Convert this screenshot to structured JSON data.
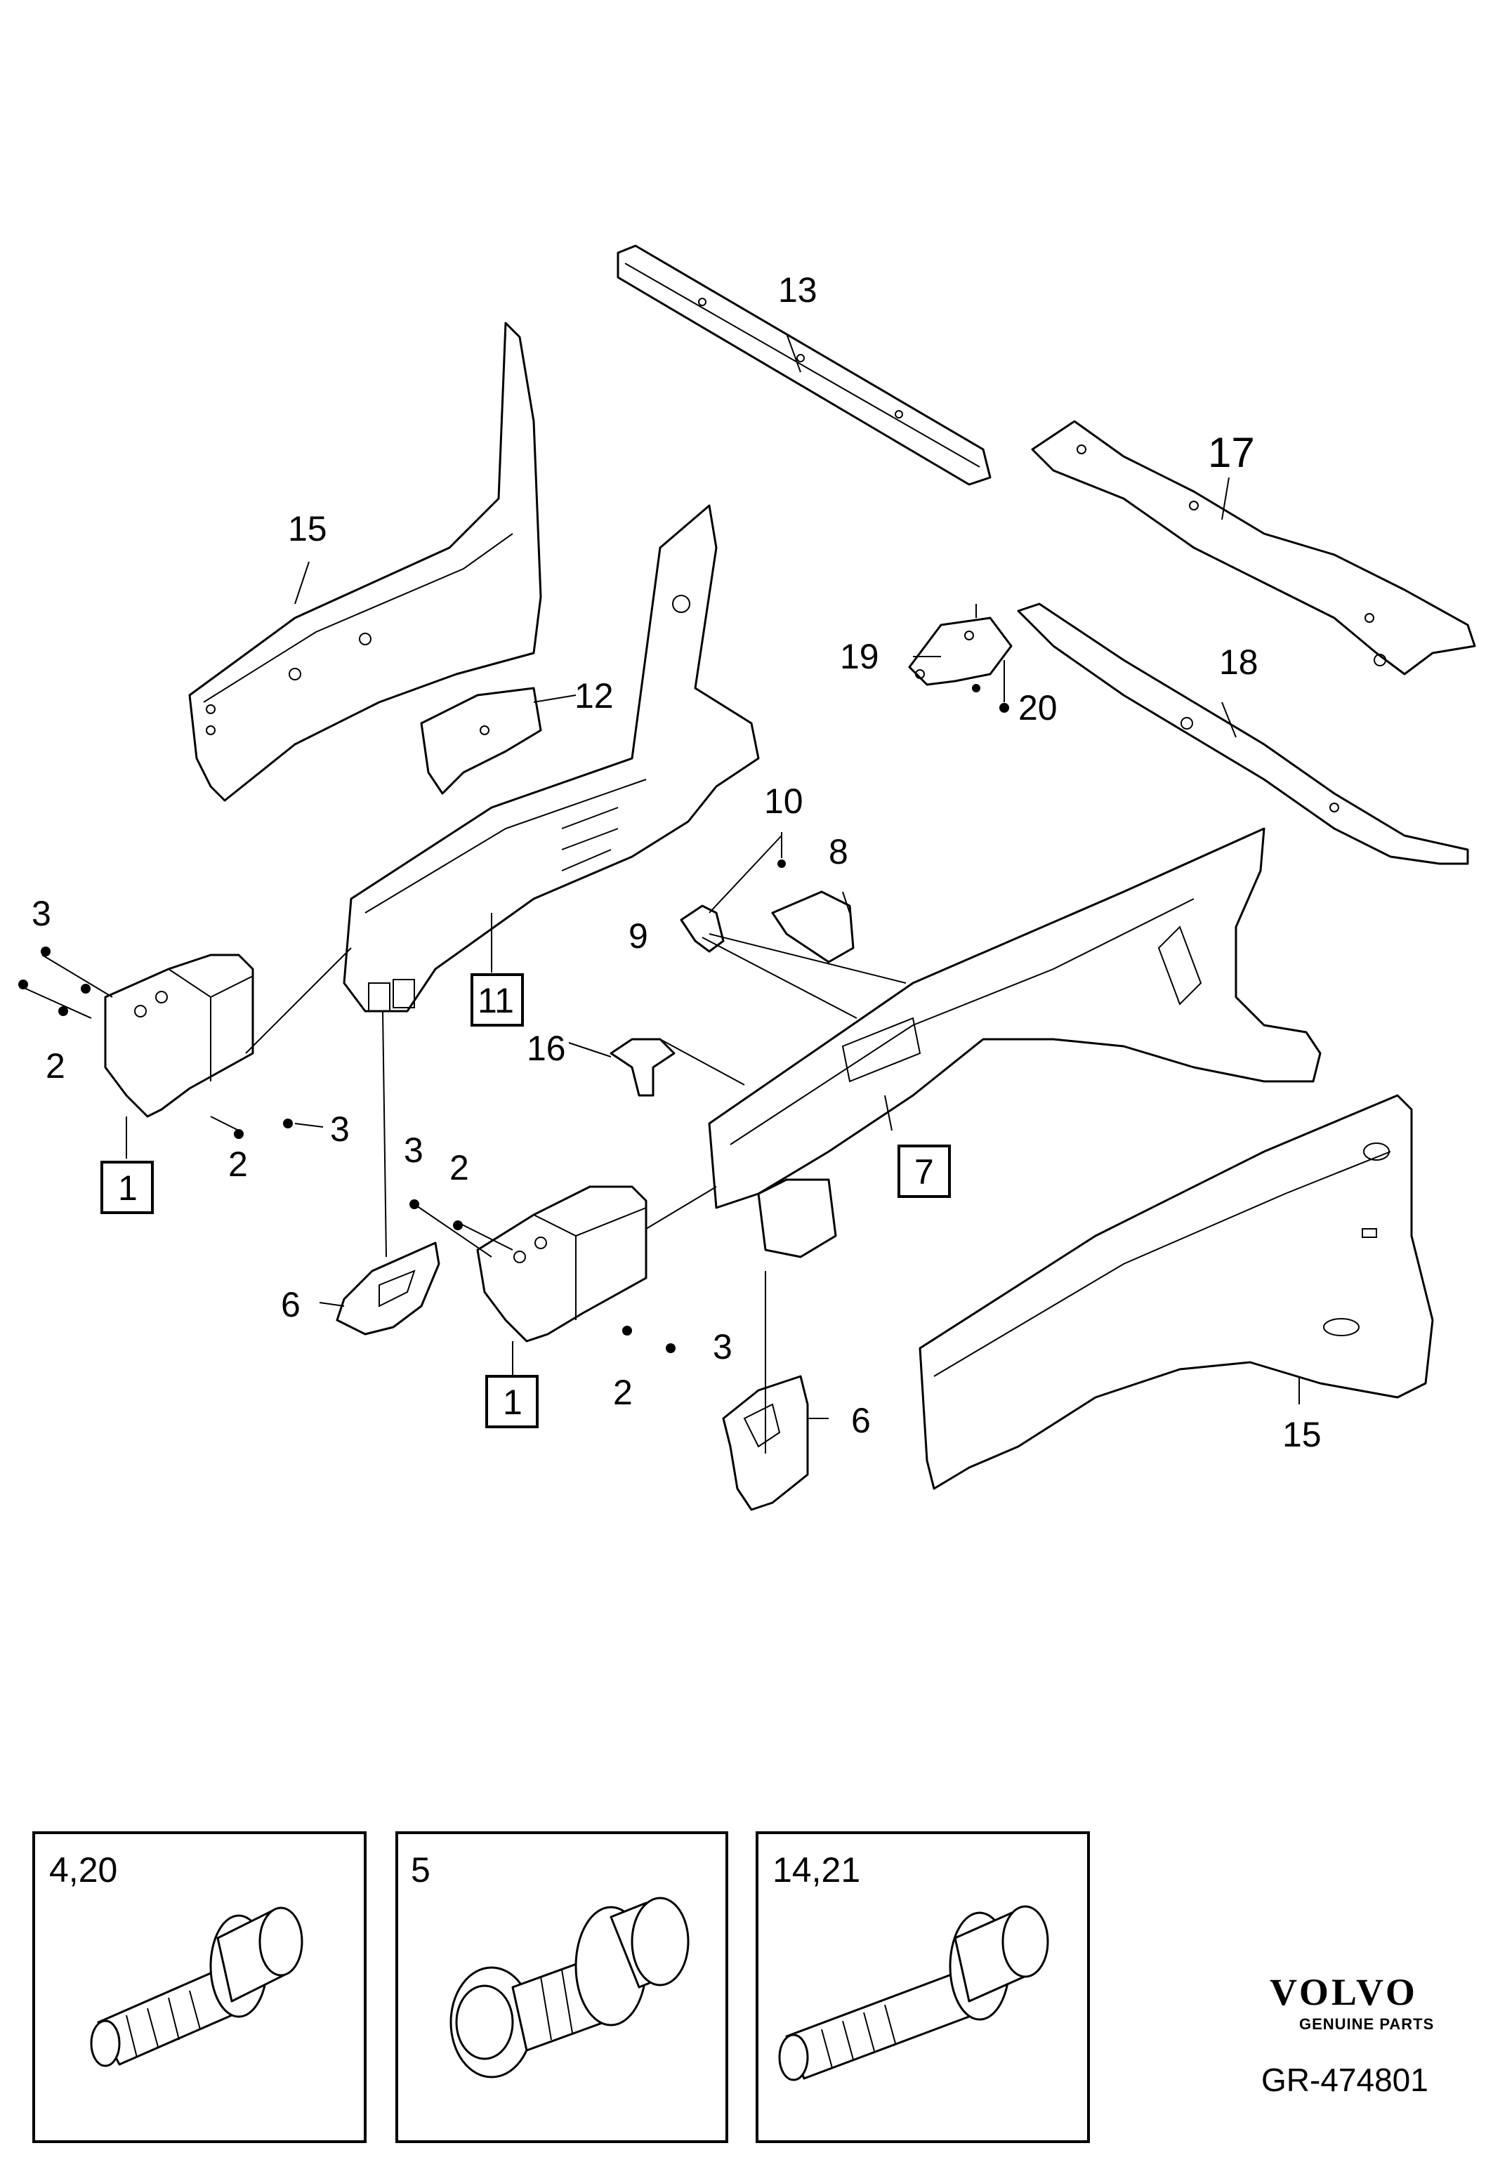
{
  "callouts": {
    "c13": "13",
    "c17": "17",
    "c15a": "15",
    "c12": "12",
    "c19": "19",
    "c20": "20",
    "c18": "18",
    "c10": "10",
    "c8": "8",
    "c9": "9",
    "c3a": "3",
    "c2a": "2",
    "c11": "11",
    "c16": "16",
    "c3b": "3",
    "c1a": "1",
    "c2b": "2",
    "c7": "7",
    "c3c": "3",
    "c2c": "2",
    "c6a": "6",
    "c3d": "3",
    "c1b": "1",
    "c2d": "2",
    "c6b": "6",
    "c15b": "15"
  },
  "fastener_panels": [
    {
      "label": "4,20"
    },
    {
      "label": "5"
    },
    {
      "label": "14,21"
    }
  ],
  "brand": {
    "name": "VOLVO",
    "tagline": "GENUINE PARTS",
    "reference": "GR-474801"
  }
}
